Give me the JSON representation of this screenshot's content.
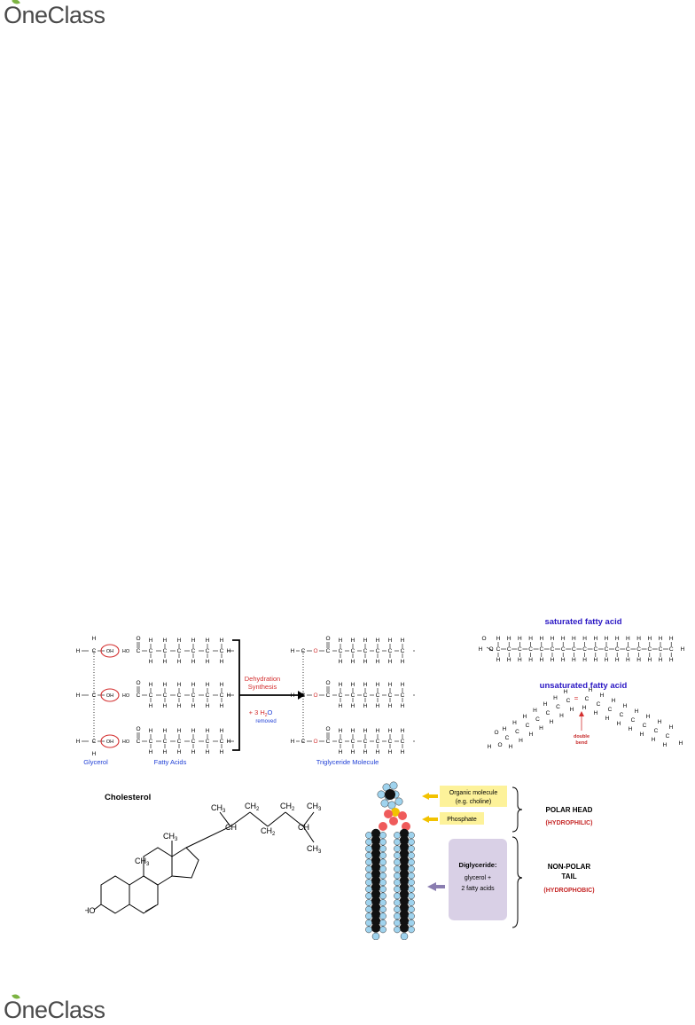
{
  "brand": {
    "name_first": "O",
    "name_rest": "neClass"
  },
  "triglyceride": {
    "glycerol_label": "Glycerol",
    "fatty_acids_label": "Fatty Acids",
    "reaction_line1": "Dehydration",
    "reaction_line2": "Synthesis",
    "water_prefix": "+ 3 H",
    "water_sub": "2",
    "water_suffix": "O",
    "removed_label": "removed",
    "product_label": "Triglyceride Molecule",
    "atom_h": "H",
    "atom_c": "C",
    "atom_o": "O",
    "group_oh": "OH",
    "group_ho": "HO"
  },
  "fatty_acids": {
    "saturated_title": "saturated fatty acid",
    "unsaturated_title": "unsaturated fatty acid",
    "saturated_chain": "H-O- C - C - C - C - C - C - C - C - C - C - C - C - C - C - C - C - C - H",
    "saturated_h_row": "H  H  H  H  H  H  H  H  H  H  H  H  H  H  H  H  H",
    "double_bend_line1": "double",
    "double_bend_line2": "bend"
  },
  "cholesterol": {
    "label": "Cholesterol",
    "ho": "HO",
    "ch3_a": "CH",
    "ch3_b": "CH",
    "ch3_c": "CH",
    "ch3_d": "CH",
    "ch3_e": "CH",
    "ch2_a": "CH",
    "ch2_b": "CH",
    "ch2_c": "CH",
    "ch_a": "CH",
    "ch_b": "CH",
    "sub3": "3",
    "sub2": "2"
  },
  "phospholipid": {
    "organic_molecule": "Organic molecule",
    "organic_example": "(e.g. choline)",
    "phosphate": "Phosphate",
    "diglyceride_title": "Diglyceride:",
    "diglyceride_line1": "glycerol +",
    "diglyceride_line2": "2 fatty acids",
    "polar_head": "POLAR HEAD",
    "hydrophilic": "(HYDROPHILIC)",
    "non_polar_line1": "NON-POLAR",
    "non_polar_line2": "TAIL",
    "hydrophobic": "(HYDROPHOBIC)"
  },
  "colors": {
    "blue_label": "#1f3fd6",
    "red_label": "#c62828",
    "title_blue": "#2a17c4",
    "yellow_box": "#fdf29a",
    "purple_box": "#d9d0e6"
  }
}
